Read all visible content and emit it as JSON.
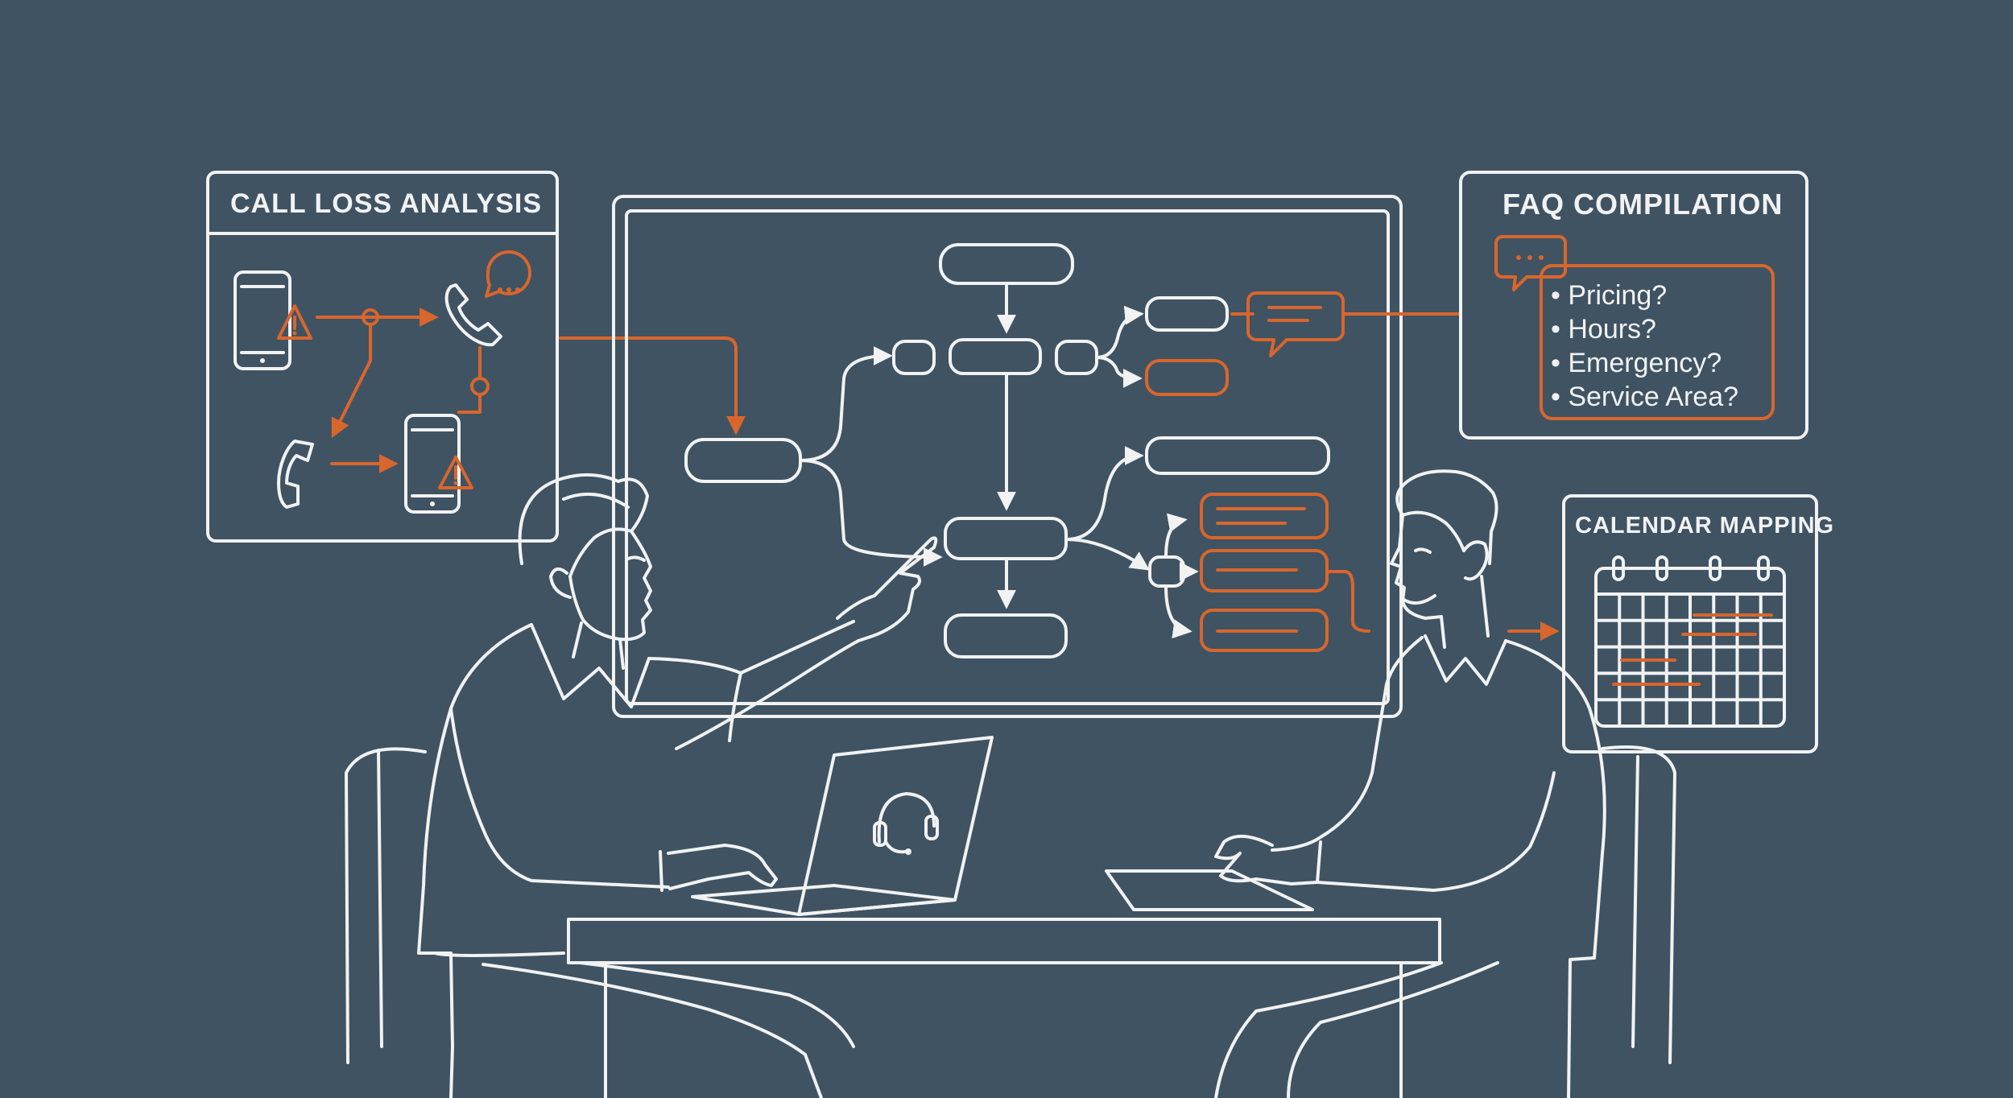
{
  "panels": {
    "call_loss": {
      "title": "CALL LOSS ANALYSIS"
    },
    "faq": {
      "title": "FAQ COMPILATION",
      "items": [
        "• Pricing?",
        "• Hours?",
        "• Emergency?",
        "• Service Area?"
      ]
    },
    "calendar": {
      "title": "CALENDAR MAPPING"
    }
  },
  "icons": [
    "phone-warning-icon",
    "handset-icon",
    "chat-bubble-icon",
    "headset-icon",
    "calendar-icon"
  ],
  "colors": {
    "background": "#3f5363",
    "line": "#f2f2f2",
    "accent": "#d9662c"
  }
}
